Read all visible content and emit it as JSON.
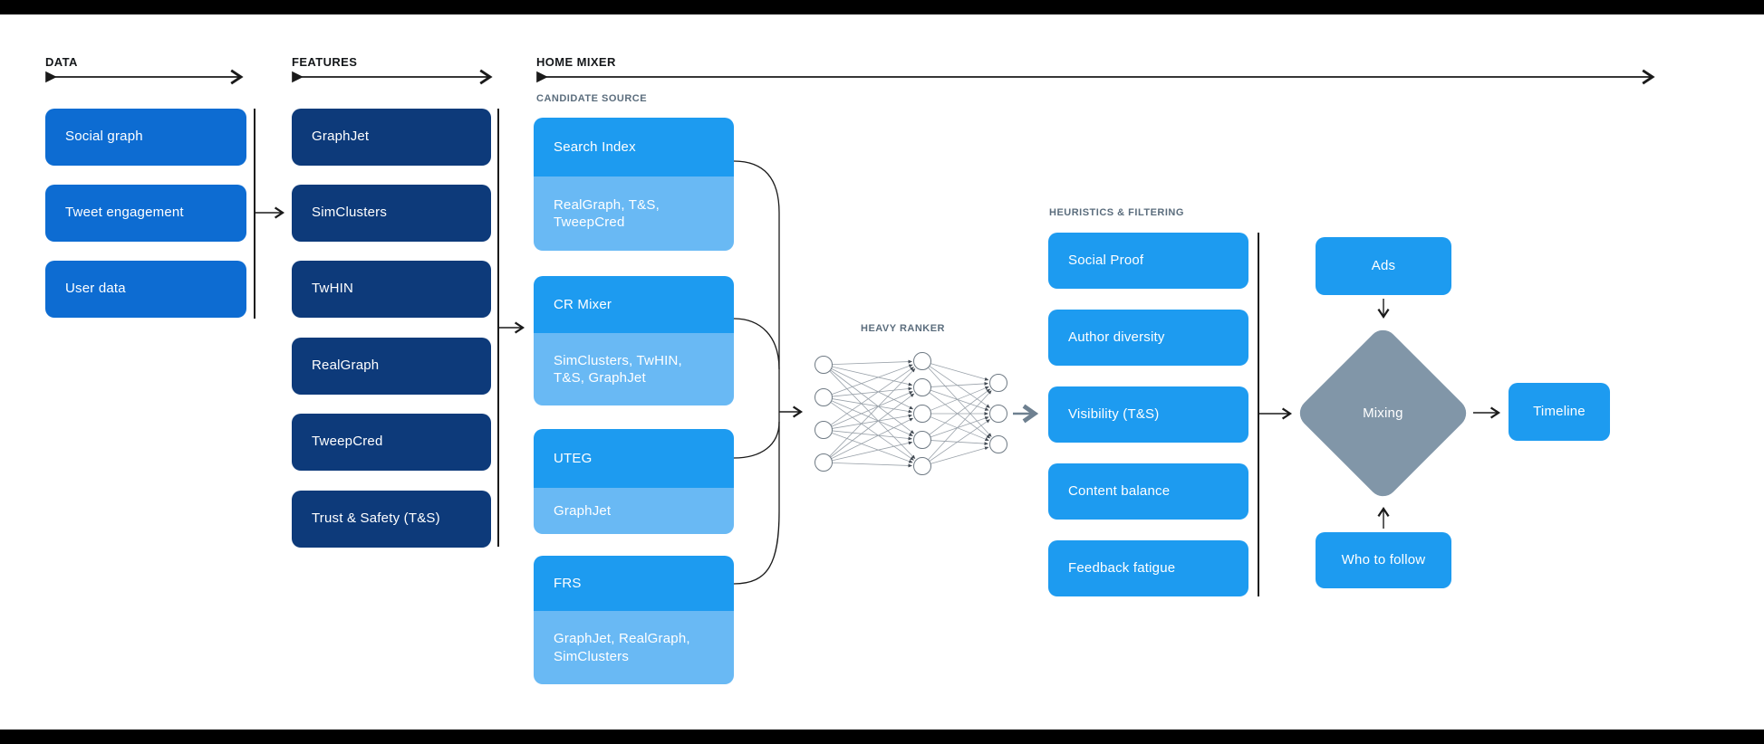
{
  "sections": {
    "data_label": "DATA",
    "features_label": "FEATURES",
    "home_mixer_label": "HOME MIXER",
    "candidate_source_label": "CANDIDATE SOURCE",
    "heavy_ranker_label": "HEAVY RANKER",
    "heuristics_label": "HEURISTICS & FILTERING"
  },
  "data_boxes": [
    "Social graph",
    "Tweet engagement",
    "User data"
  ],
  "feature_boxes": [
    "GraphJet",
    "SimClusters",
    "TwHIN",
    "RealGraph",
    "TweepCred",
    "Trust & Safety (T&S)"
  ],
  "candidate_groups": [
    {
      "main": "Search Index",
      "sub": "RealGraph, T&S, TweepCred"
    },
    {
      "main": "CR Mixer",
      "sub": "SimClusters, TwHIN, T&S, GraphJet"
    },
    {
      "main": "UTEG",
      "sub": "GraphJet"
    },
    {
      "main": "FRS",
      "sub": "GraphJet, RealGraph, SimClusters"
    }
  ],
  "heuristics_boxes": [
    "Social Proof",
    "Author diversity",
    "Visibility (T&S)",
    "Content balance",
    "Feedback fatigue"
  ],
  "flow": {
    "ads": "Ads",
    "mixing": "Mixing",
    "who_to_follow": "Who to follow",
    "timeline": "Timeline"
  },
  "heavy_ranker_network": {
    "layers": [
      4,
      5,
      3
    ]
  },
  "colors": {
    "deep_blue": "#0d6cd2",
    "navy": "#0d3a7a",
    "bright_blue": "#1d9bf0",
    "light_blue": "#69b9f4",
    "diamond_gray": "#8196a8",
    "label_slate": "#5b6d7d",
    "line_black": "#1a1a1a",
    "frame_black": "#000000"
  }
}
